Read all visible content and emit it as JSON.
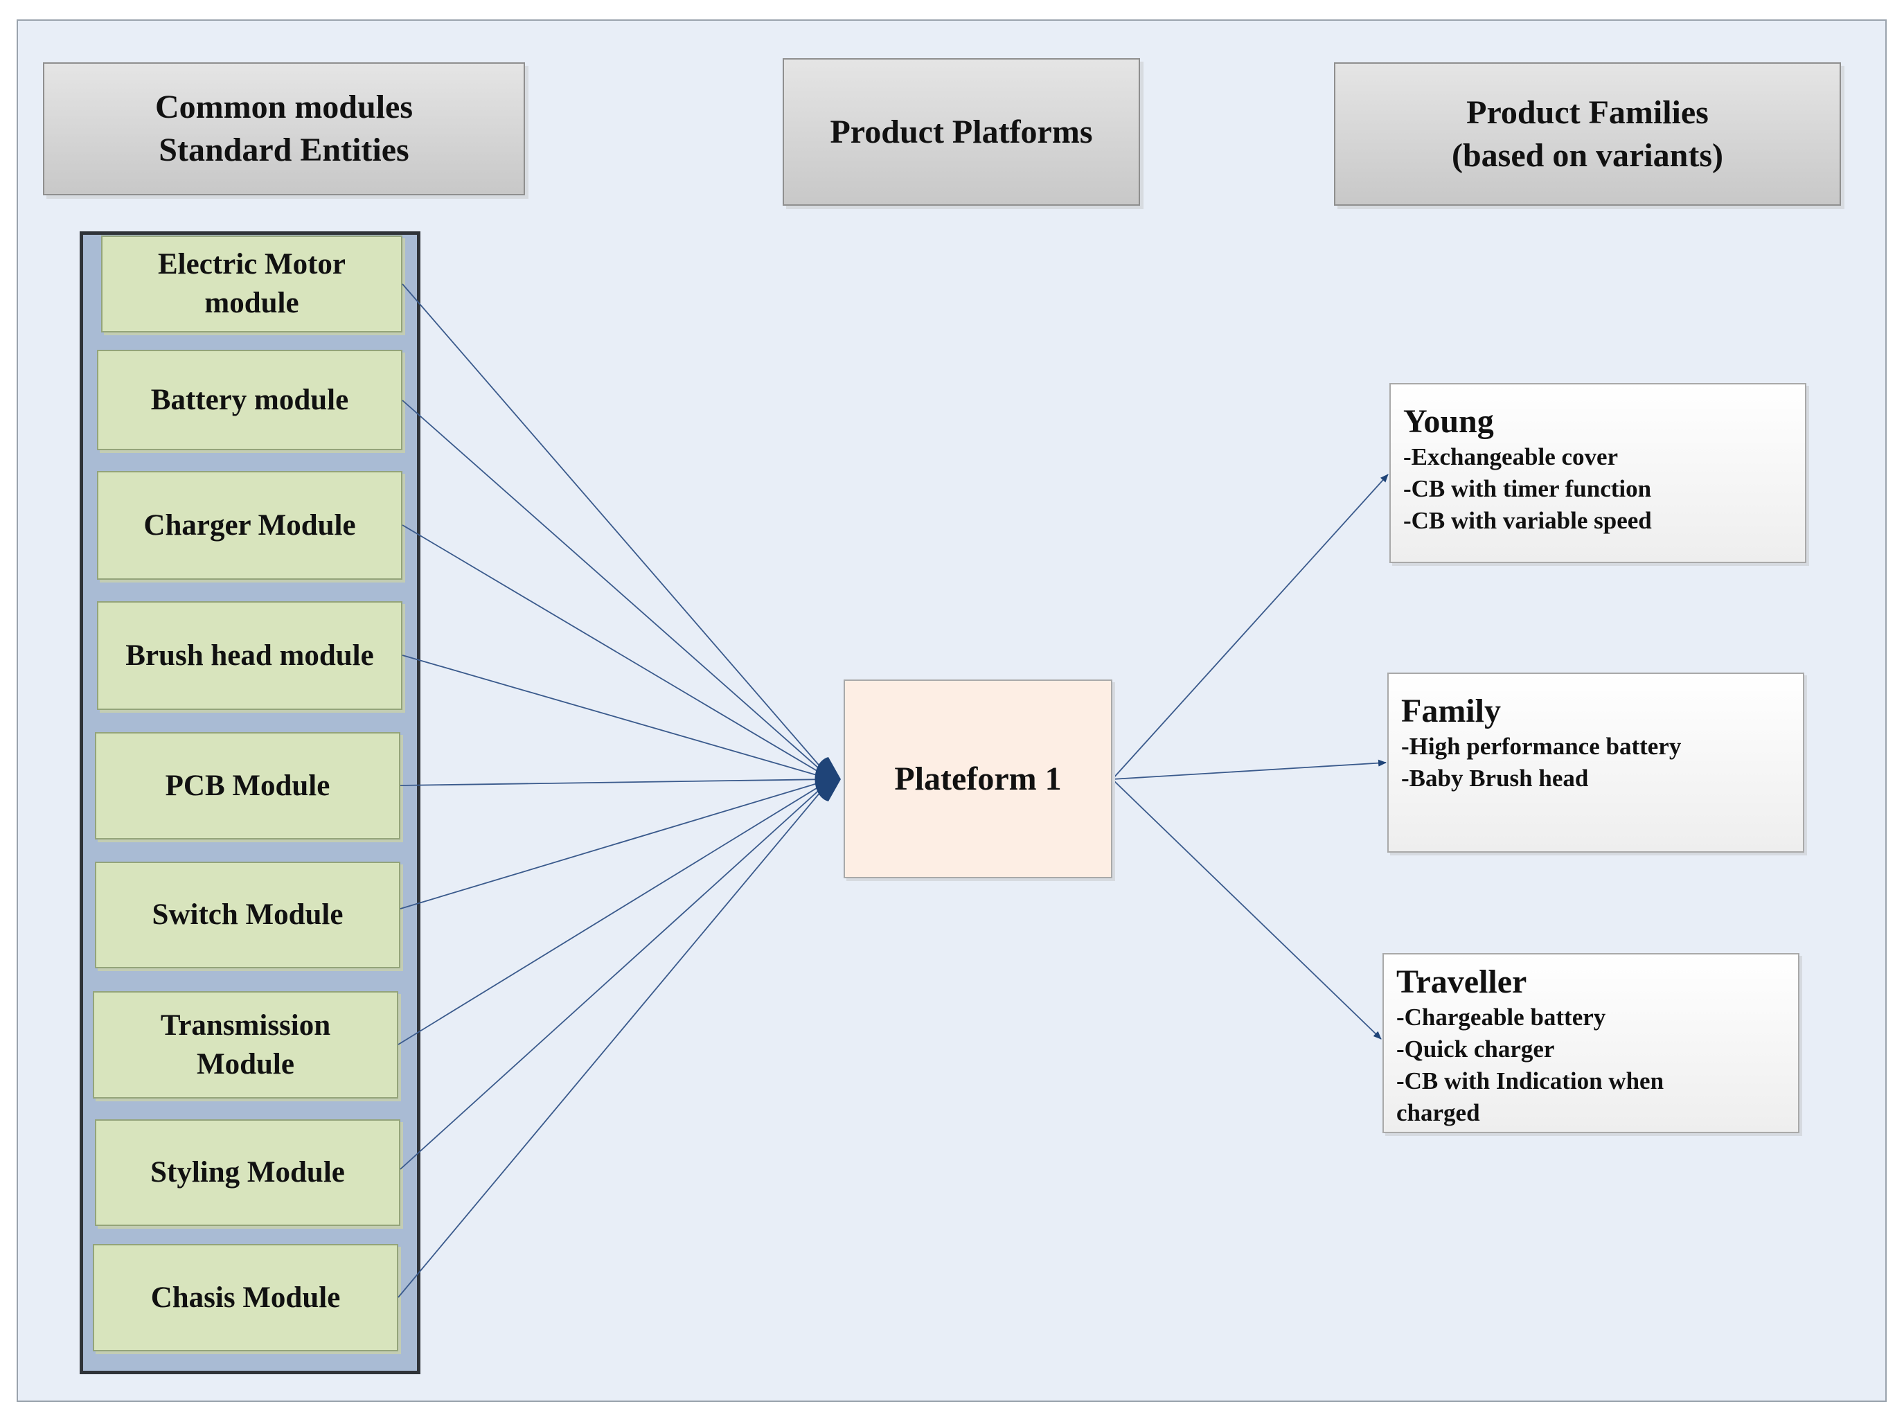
{
  "headers": {
    "modules": [
      "Common modules",
      "Standard Entities"
    ],
    "platforms": "Product Platforms",
    "families": [
      "Product Families",
      "(based on variants)"
    ]
  },
  "modules": [
    [
      "Electric Motor",
      "module"
    ],
    [
      "Battery module"
    ],
    [
      "Charger Module"
    ],
    [
      "Brush head module"
    ],
    [
      "PCB Module"
    ],
    [
      "Switch Module"
    ],
    [
      "Transmission",
      "Module"
    ],
    [
      "Styling Module"
    ],
    [
      "Chasis Module"
    ]
  ],
  "platform": "Plateform 1",
  "families": [
    {
      "title": "Young",
      "lines": [
        "-Exchangeable cover",
        "-CB with timer function",
        "-CB with variable speed"
      ]
    },
    {
      "title": "Family",
      "lines": [
        "-High performance battery",
        "-Baby Brush head"
      ]
    },
    {
      "title": "Traveller",
      "lines": [
        "-Chargeable battery",
        "-Quick charger",
        "-CB with Indication when",
        "charged"
      ]
    }
  ],
  "colors": {
    "line": "#3a5a8c",
    "arrow": "#1f4478",
    "module_fill": "#d8e4bd",
    "platform_fill": "#fdeee4",
    "panel_fill": "#a9bbd4"
  }
}
